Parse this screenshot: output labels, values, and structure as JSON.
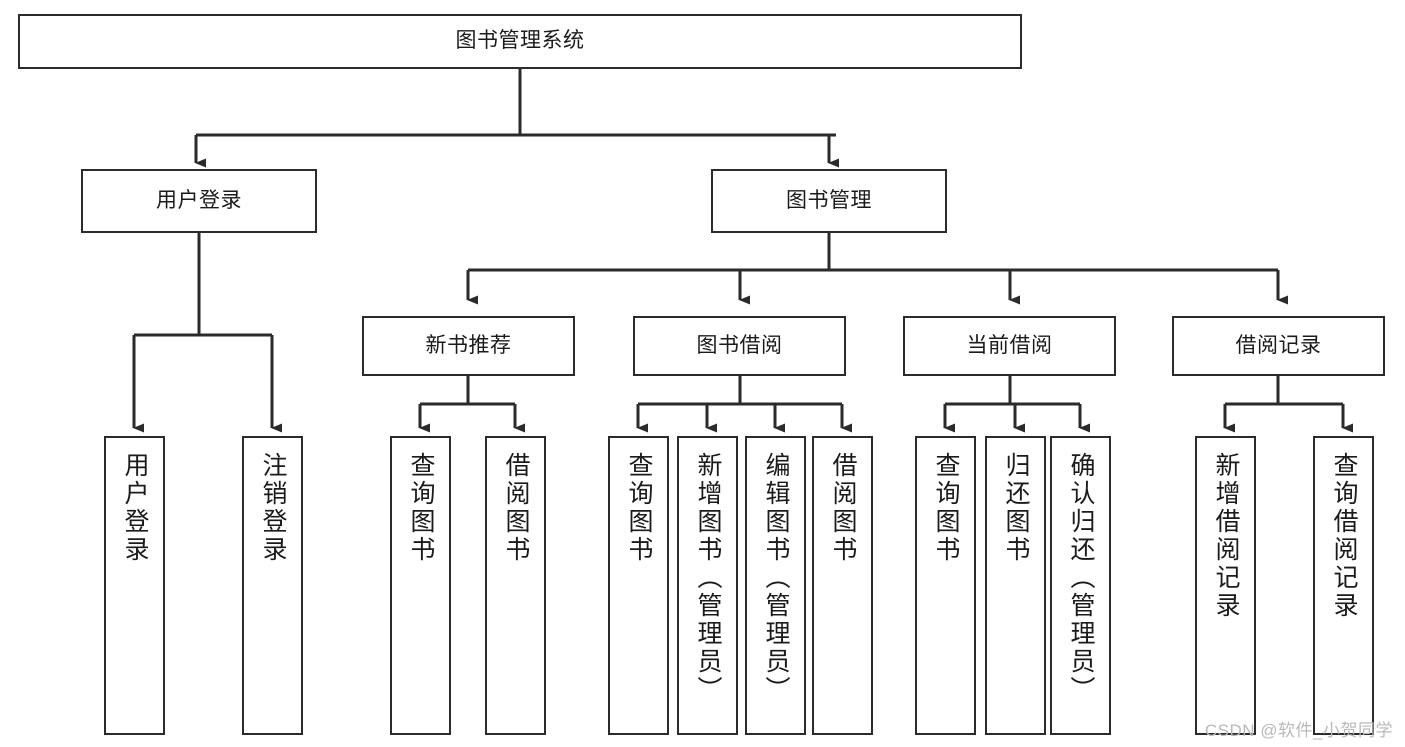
{
  "diagram": {
    "title": "图书管理系统",
    "watermark": "CSDN @软件_小贺同学",
    "colors": {
      "stroke": "#2b2b2b",
      "box_fill": "#ffffff",
      "text": "#1b1b1b",
      "background": "#ffffff",
      "watermark": "#b9b9b9"
    },
    "root": {
      "label": "图书管理系统"
    },
    "level1": [
      {
        "label": "用户登录"
      },
      {
        "label": "图书管理"
      }
    ],
    "level2": [
      {
        "label": "新书推荐"
      },
      {
        "label": "图书借阅"
      },
      {
        "label": "当前借阅"
      },
      {
        "label": "借阅记录"
      }
    ],
    "leaves": {
      "user_login": [
        {
          "label": "用户登录"
        },
        {
          "label": "注销登录"
        }
      ],
      "new_book": [
        {
          "label": "查询图书"
        },
        {
          "label": "借阅图书"
        }
      ],
      "book_borrow": [
        {
          "label": "查询图书"
        },
        {
          "label": "新增图书（管理员）"
        },
        {
          "label": "编辑图书（管理员）"
        },
        {
          "label": "借阅图书"
        }
      ],
      "current_borrow": [
        {
          "label": "查询图书"
        },
        {
          "label": "归还图书"
        },
        {
          "label": "确认归还（管理员）"
        }
      ],
      "borrow_record": [
        {
          "label": "新增借阅记录"
        },
        {
          "label": "查询借阅记录"
        }
      ]
    }
  }
}
